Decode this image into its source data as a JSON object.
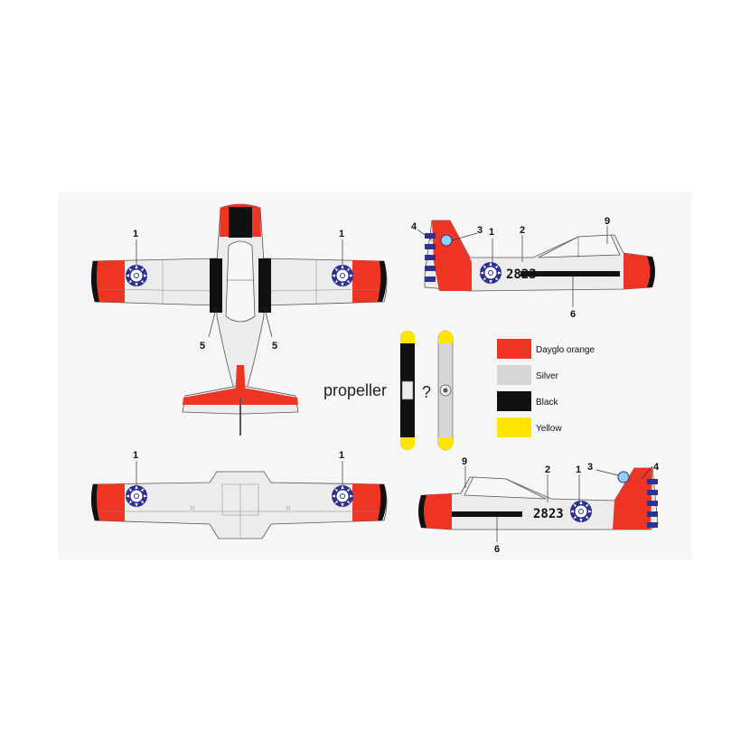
{
  "callouts": {
    "top_left_1": "1",
    "top_right_1": "1",
    "top_left_5": "5",
    "top_right_5": "5",
    "bottom_left_1": "1",
    "bottom_right_1": "1",
    "side_r_4": "4",
    "side_r_3": "3",
    "side_r_1": "1",
    "side_r_2": "2",
    "side_r_9": "9",
    "side_r_6": "6",
    "side_l_9": "9",
    "side_l_2": "2",
    "side_l_1": "1",
    "side_l_3": "3",
    "side_l_4": "4",
    "side_l_6": "6"
  },
  "serial_right": "2823",
  "serial_left": "2823",
  "propeller_label": "propeller",
  "question_mark": "?",
  "legend": [
    {
      "label": "Dayglo orange",
      "color": "#ee3524"
    },
    {
      "label": "Silver",
      "color": "#d6d6d6"
    },
    {
      "label": "Black",
      "color": "#111111"
    },
    {
      "label": "Yellow",
      "color": "#ffe500"
    }
  ],
  "colors": {
    "dayglo_orange": "#ee3524",
    "silver": "#e9e9e9",
    "black": "#111111",
    "yellow": "#ffe500",
    "roundel_blue": "#2d3190",
    "tail_stripe": "#2d3190"
  }
}
